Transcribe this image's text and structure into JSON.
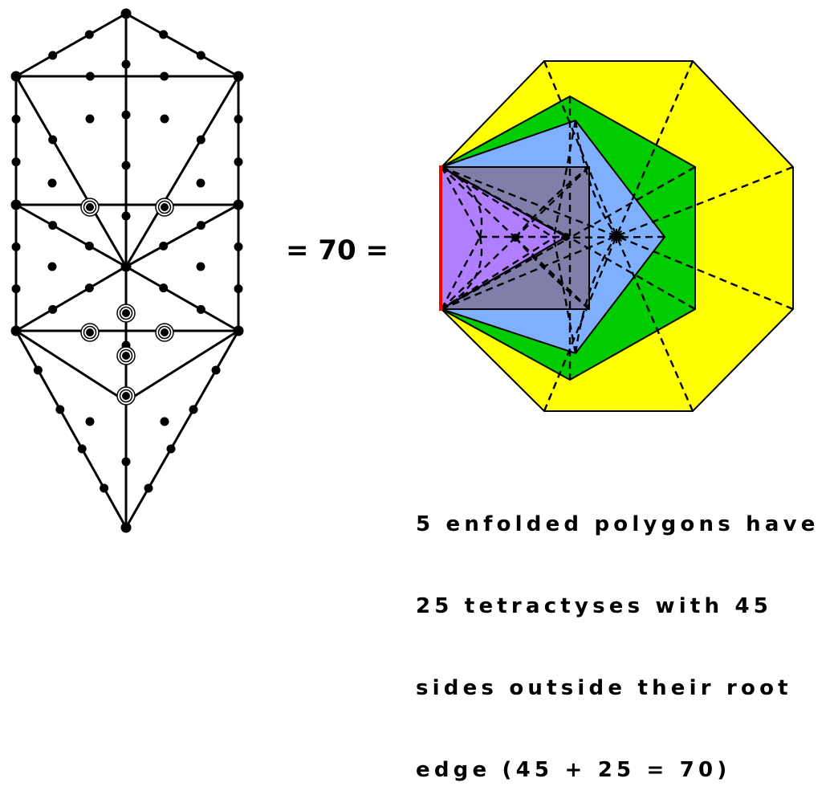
{
  "equation_text": "= 70 =",
  "caption_lines": [
    "5 enfolded polygons have",
    "25 tetractyses with 45",
    "sides outside their root",
    "edge (45 + 25 = 70)"
  ],
  "colors": {
    "octagon_fill": "#ffff00",
    "hexagon_fill": "#00cc00",
    "pentagon_fill": "#7fb0ff",
    "square_fill": "#7f7faa",
    "triangle_fill": "#b07fff",
    "root_edge": "#ff0000",
    "line_color": "#000000",
    "background": "#ffffff"
  },
  "icons": {
    "yod": "black-dot",
    "hexagonal_yod": "circled-dot"
  }
}
